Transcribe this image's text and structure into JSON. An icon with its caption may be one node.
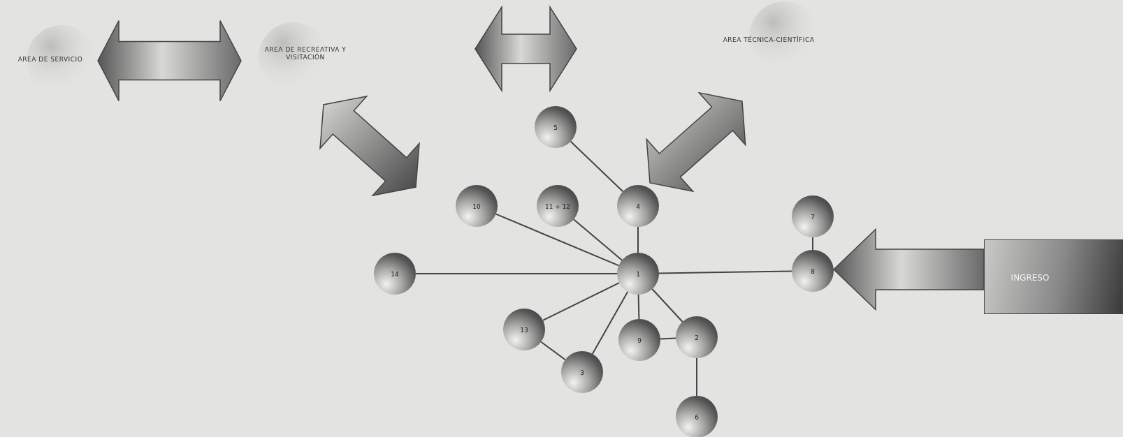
{
  "diagram": {
    "nodes": [
      {
        "text": [
          "AREA DE SERVICIO"
        ]
      },
      {
        "text": [
          "AREA DE RECREATIVA Y VISITACIÓN"
        ]
      },
      {
        "text": [
          "AREA TÉCNICA-CIENTÍFICA"
        ]
      },
      {
        "text": [
          "5"
        ]
      },
      {
        "text": [
          "10"
        ]
      },
      {
        "text": [
          "11 + 12"
        ]
      },
      {
        "text": [
          "4"
        ]
      },
      {
        "text": [
          "7"
        ]
      },
      {
        "text": [
          "14"
        ]
      },
      {
        "text": [
          "1"
        ]
      },
      {
        "text": [
          "8"
        ]
      },
      {
        "text": [
          "INGRESO"
        ]
      },
      {
        "text": [
          "13"
        ]
      },
      {
        "text": [
          "9"
        ]
      },
      {
        "text": [
          "2"
        ]
      },
      {
        "text": [
          "3"
        ]
      },
      {
        "text": [
          "6"
        ]
      }
    ],
    "edges": [
      {
        "from": 0,
        "to": 1,
        "arrow": "both",
        "style": "thick"
      },
      {
        "from": 1,
        "to": null,
        "arrow": "both",
        "style": "thick"
      },
      {
        "from": 2,
        "to": null,
        "arrow": "both",
        "style": "thick"
      },
      {
        "from": 11,
        "to": 10,
        "arrow": "to",
        "style": "thick"
      },
      {
        "from": 3,
        "to": 6,
        "arrow": "none"
      },
      {
        "from": 4,
        "to": 9,
        "arrow": "none"
      },
      {
        "from": 5,
        "to": 9,
        "arrow": "none"
      },
      {
        "from": 6,
        "to": 9,
        "arrow": "none"
      },
      {
        "from": 8,
        "to": 9,
        "arrow": "none"
      },
      {
        "from": 9,
        "to": 10,
        "arrow": "none"
      },
      {
        "from": 7,
        "to": 10,
        "arrow": "none"
      },
      {
        "from": 9,
        "to": 12,
        "arrow": "none"
      },
      {
        "from": 9,
        "to": 15,
        "arrow": "none"
      },
      {
        "from": 9,
        "to": 13,
        "arrow": "none"
      },
      {
        "from": 9,
        "to": 14,
        "arrow": "none"
      },
      {
        "from": 12,
        "to": 15,
        "arrow": "none"
      },
      {
        "from": 13,
        "to": 14,
        "arrow": "none"
      },
      {
        "from": 14,
        "to": 16,
        "arrow": "none"
      }
    ]
  }
}
